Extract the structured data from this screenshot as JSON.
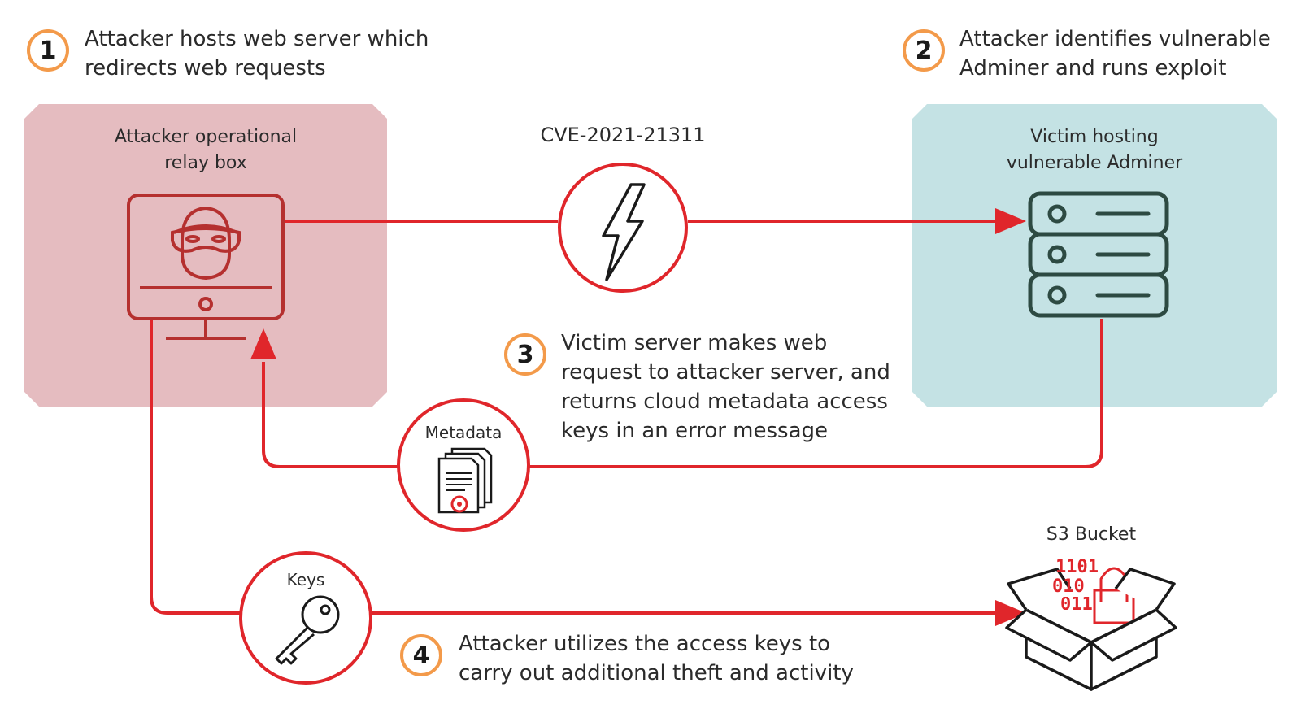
{
  "steps": [
    {
      "number": "1",
      "text": [
        "Attacker hosts web server which",
        "redirects web requests"
      ]
    },
    {
      "number": "2",
      "text": [
        "Attacker identifies vulnerable",
        "Adminer and runs exploit"
      ]
    },
    {
      "number": "3",
      "text": [
        "Victim server makes web",
        "request to attacker server, and",
        "returns cloud metadata access",
        "keys in an error message"
      ]
    },
    {
      "number": "4",
      "text": [
        "Attacker utilizes the access keys to",
        "carry out additional theft and activity"
      ]
    }
  ],
  "nodes": {
    "attacker_box": [
      "Attacker operational",
      "relay box"
    ],
    "victim_box": [
      "Victim hosting",
      "vulnerable Adminer"
    ],
    "exploit_label": "CVE-2021-21311",
    "metadata_label": "Metadata",
    "keys_label": "Keys",
    "s3_label": "S3 Bucket",
    "binary_lines": [
      "1101",
      "010",
      "011"
    ]
  },
  "colors": {
    "accent_red": "#e0262b",
    "attacker_fill": "#e5bcc0",
    "victim_fill": "#c4e2e4",
    "step_ring": "#f39a4a",
    "server_stroke": "#2d4a42",
    "attacker_icon": "#b5302f"
  },
  "icons": [
    "hacker-monitor-icon",
    "lightning-icon",
    "server-stack-icon",
    "document-stack-icon",
    "key-icon",
    "open-box-icon"
  ]
}
